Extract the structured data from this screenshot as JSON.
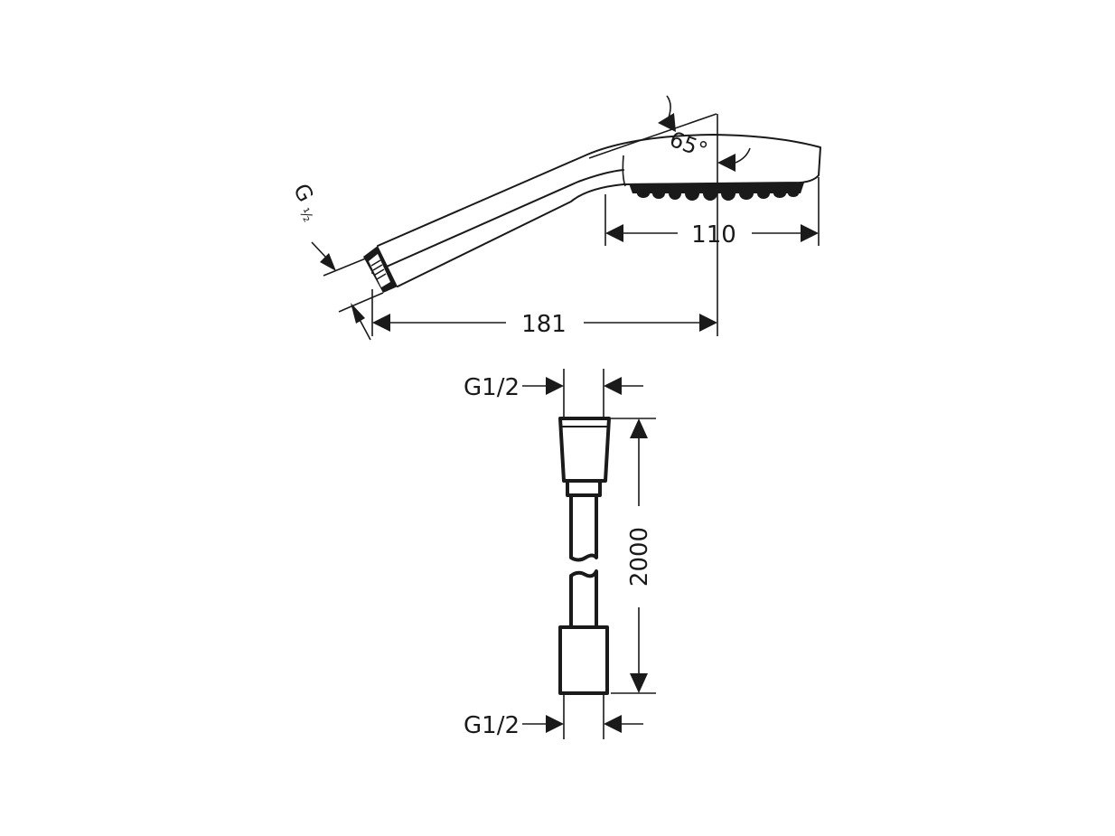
{
  "hand_shower": {
    "length_dim": "181",
    "spray_face_dim": "110",
    "angle_dim": "65°",
    "thread_label_main": "G",
    "thread_label_fraction": "½"
  },
  "hose": {
    "top_thread": "G1/2",
    "bottom_thread": "G1/2",
    "length_dim": "2000"
  }
}
